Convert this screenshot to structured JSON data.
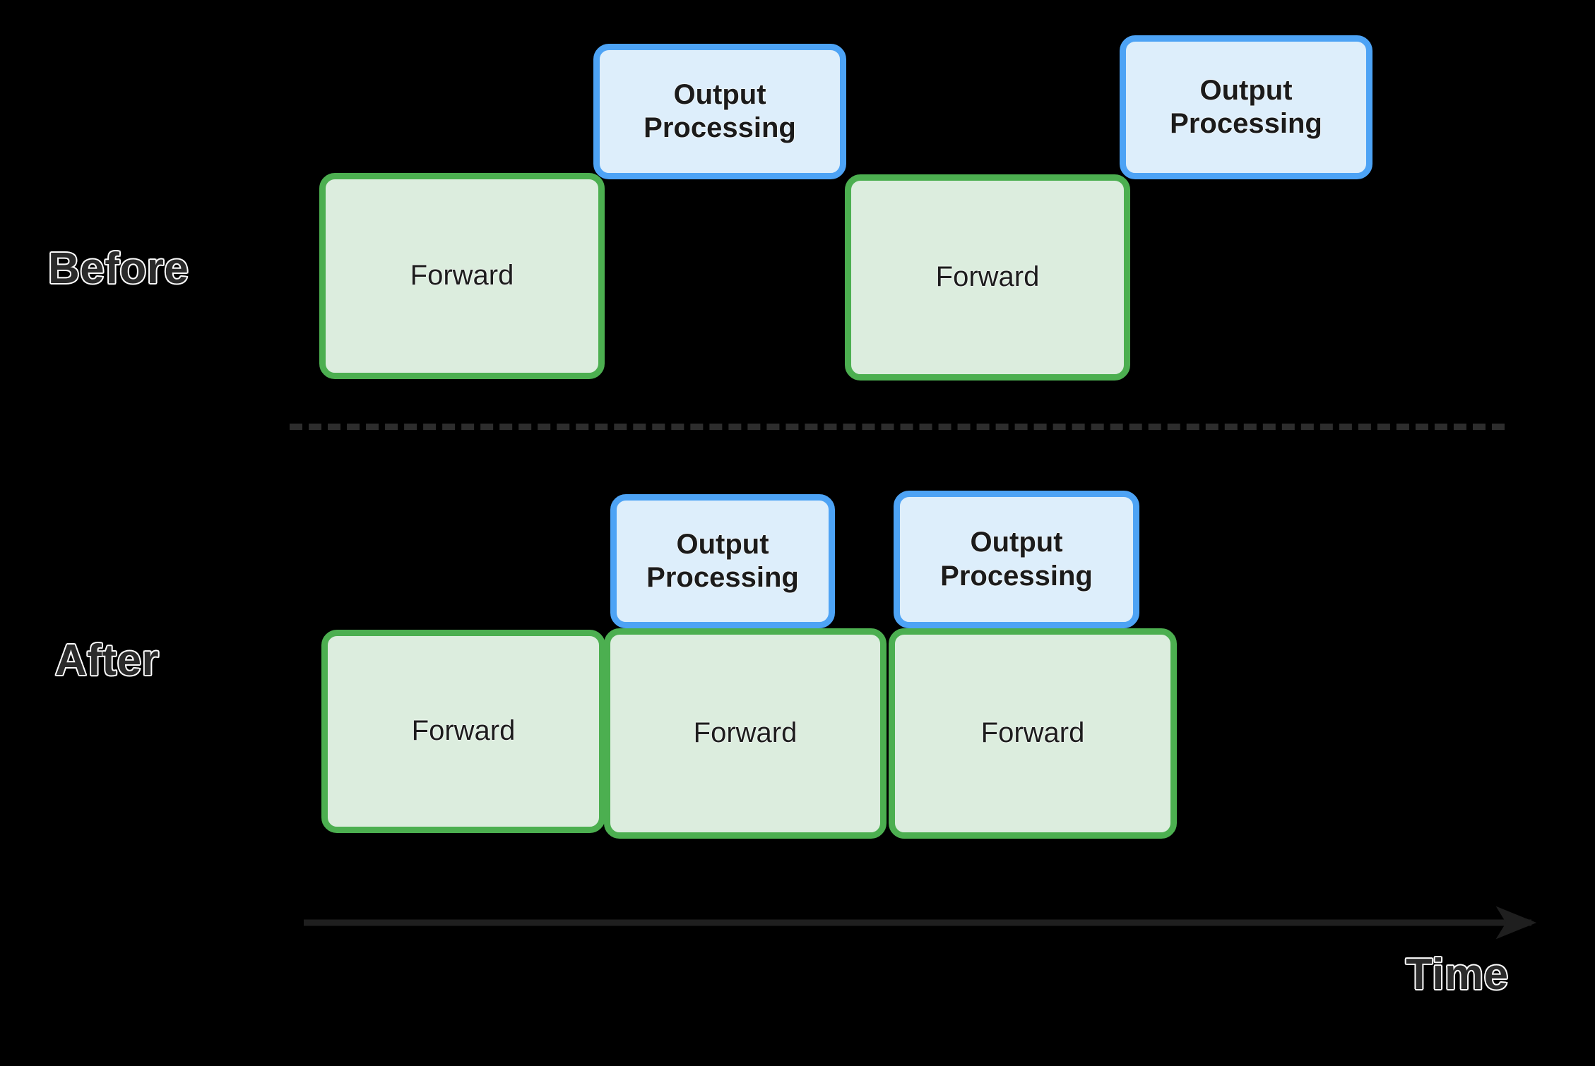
{
  "diagram": {
    "title": "Before and After output processing overlap timeline",
    "background_color": "#000000",
    "rows": [
      {
        "id": "before",
        "label": "Before",
        "blocks": [
          {
            "kind": "output",
            "label": "Output\nProcessing"
          },
          {
            "kind": "forward",
            "label": "Forward"
          },
          {
            "kind": "output",
            "label": "Output\nProcessing"
          },
          {
            "kind": "forward",
            "label": "Forward"
          }
        ]
      },
      {
        "id": "after",
        "label": "After",
        "blocks": [
          {
            "kind": "output",
            "label": "Output\nProcessing"
          },
          {
            "kind": "output",
            "label": "Output\nProcessing"
          },
          {
            "kind": "forward",
            "label": "Forward"
          },
          {
            "kind": "forward",
            "label": "Forward"
          },
          {
            "kind": "forward",
            "label": "Forward"
          }
        ]
      }
    ],
    "axis": {
      "label": "Time",
      "direction": "left-to-right",
      "arrow_color": "#1f1f1f"
    },
    "divider": {
      "style": "dashed",
      "color": "#2d2d2d"
    },
    "colors": {
      "forward_fill": "#dcedde",
      "forward_border": "#4caf50",
      "output_fill": "#ddeefb",
      "output_border": "#4da3f5",
      "block_text": "#1d1d1d",
      "row_label_text": "#2b2b2b",
      "row_label_outline": "#ffffff"
    }
  }
}
